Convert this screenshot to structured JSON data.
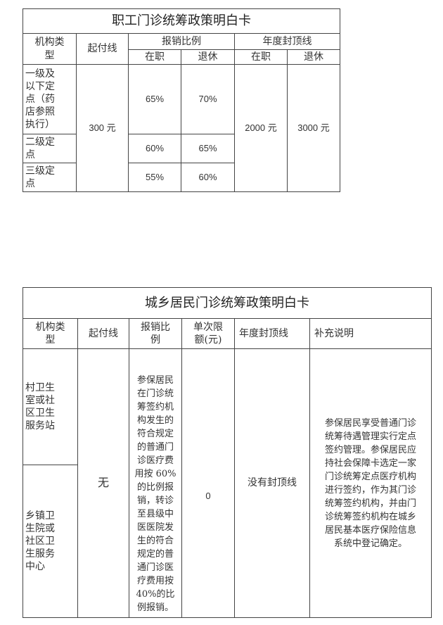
{
  "employee": {
    "title": "职工门诊统筹政策明白卡",
    "h_type": "机构类\n型",
    "h_deduct": "起付线",
    "h_ratio": "报销比例",
    "h_cap": "年度封顶线",
    "h_work": "在职",
    "h_retire": "退休",
    "h_work2": "在职",
    "h_retire2": "退休",
    "rows": [
      {
        "type": "一级及\n以下定\n点（药\n店参照\n执行）",
        "work": "65%",
        "retire": "70%"
      },
      {
        "type": "二级定\n点",
        "work": "60%",
        "retire": "65%"
      },
      {
        "type": "三级定\n点",
        "work": "55%",
        "retire": "60%"
      }
    ],
    "deductible": "300 元",
    "cap_work": "2000 元",
    "cap_retire": "3000 元"
  },
  "resident": {
    "title": "城乡居民门诊统筹政策明白卡",
    "h_type": "机构类\n型",
    "h_deduct": "起付线",
    "h_ratio": "报销比\n例",
    "h_limit": "单次限\n额(元)",
    "h_cap": "年度封顶线",
    "h_note": "补充说明",
    "type1": "村卫生\n室或社\n区卫生\n服务站",
    "type2": "乡镇卫\n生院或\n社区卫\n生服务\n中心",
    "deductible": "无",
    "ratio": "参保居民\n在门诊统\n筹签约机\n构发生的\n符合规定\n的普通门\n诊医疗费\n用按 60%\n的比例报\n销，转诊\n至县级中\n医医院发\n生的符合\n规定的普\n通门诊医\n疗费用按\n40%的比\n例报销。",
    "limit": "0",
    "cap": "没有封顶线",
    "note": "参保居民享受普通门诊\n统筹待遇管理实行定点\n签约管理。参保居民应\n持社会保障卡选定一家\n门诊统筹定点医疗机构\n进行签约，作为其门诊\n统筹签约机构，并由门\n诊统筹签约机构在城乡\n居民基本医疗保险信息\n系统中登记确定。"
  }
}
